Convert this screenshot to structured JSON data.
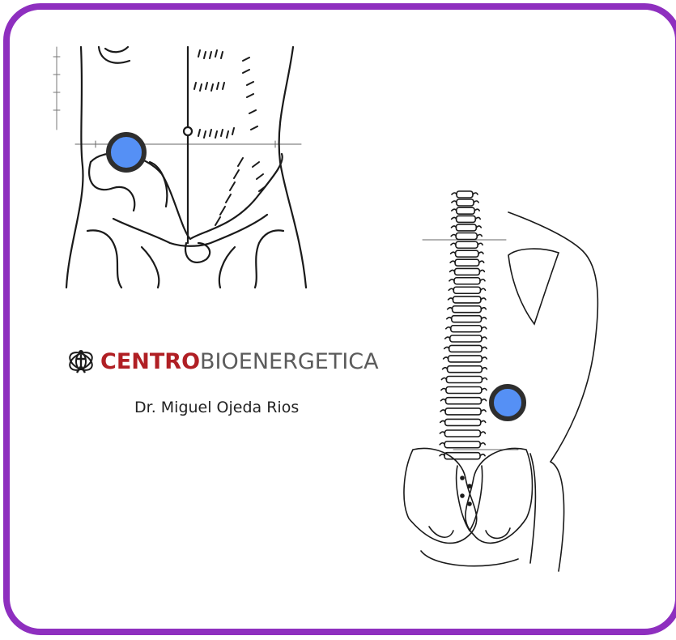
{
  "logo": {
    "icon": "spiral-person-logo",
    "brand_bold": "CENTRO",
    "brand_light": "BIOENERGETICA"
  },
  "doctor": "Dr. Miguel Ojeda Rios",
  "colors": {
    "frame": "#8e2fbf",
    "marker_fill": "#5590f5",
    "marker_ring": "#2e2e2e",
    "brand_red": "#b01f24",
    "brand_gray": "#5b5b5b"
  }
}
